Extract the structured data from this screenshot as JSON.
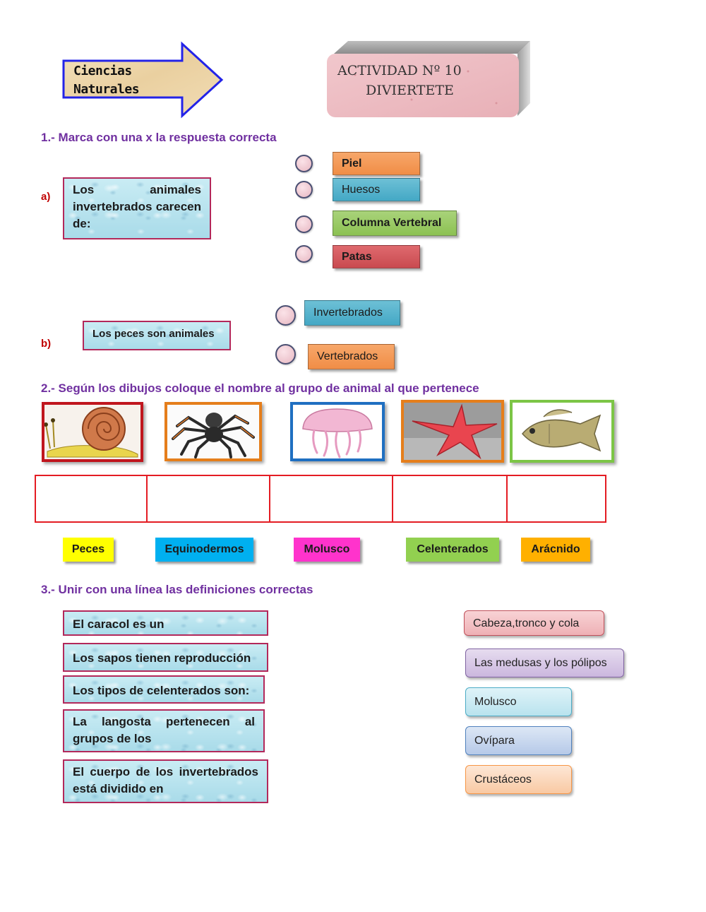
{
  "header": {
    "subject_line1": "Ciencias",
    "subject_line2": "Naturales",
    "activity_line1": "ACTIVIDAD Nº 10",
    "activity_line2": "DIVIERTETE"
  },
  "q1": {
    "title": "1.- Marca con una x la respuesta correcta",
    "a": {
      "letter": "a)",
      "question": "Los animales invertebrados carecen de:",
      "options": [
        "Piel",
        "Huesos",
        "Columna Vertebral",
        "Patas"
      ]
    },
    "b": {
      "letter": "b)",
      "question": "Los peces son animales",
      "options": [
        "Invertebrados",
        "Vertebrados"
      ]
    }
  },
  "q2": {
    "title": "2.- Según los dibujos coloque el nombre al grupo de animal al que pertenece",
    "images": [
      "snail-image",
      "spider-image",
      "jellyfish-image",
      "starfish-image",
      "fish-image"
    ],
    "labels": [
      "Peces",
      "Equinodermos",
      "Molusco",
      "Celenterados",
      "Arácnido"
    ]
  },
  "q3": {
    "title": "3.- Unir con una línea las definiciones correctas",
    "left": [
      "El caracol es un",
      "Los sapos tienen reproducción",
      "Los tipos de celenterados son:",
      "La langosta pertenecen al grupos de los",
      "El cuerpo de los invertebrados está dividido en"
    ],
    "right": [
      "Cabeza,tronco y cola",
      "Las medusas y los pólipos",
      "Molusco",
      "Ovípara",
      "Crustáceos"
    ]
  },
  "colors": {
    "title_purple": "#7030a0",
    "letter_red": "#c00000",
    "table_red": "#e41c23"
  }
}
